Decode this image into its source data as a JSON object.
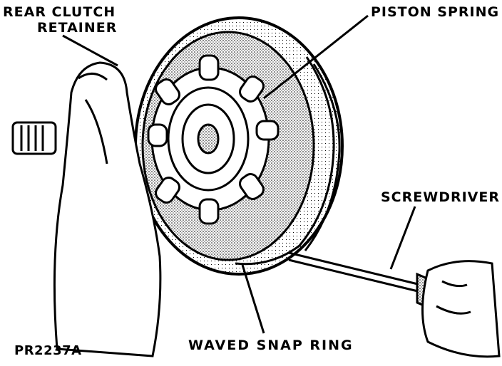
{
  "figure_id": "PR2237A",
  "labels": {
    "rear_clutch_retainer_line1": "REAR CLUTCH",
    "rear_clutch_retainer_line2": "RETAINER",
    "piston_spring": "PISTON SPRING",
    "screwdriver": "SCREWDRIVER",
    "waved_snap_ring": "WAVED SNAP RING"
  },
  "colors": {
    "ink": "#000000",
    "paper": "#ffffff",
    "shade": "#c8c8c8"
  }
}
